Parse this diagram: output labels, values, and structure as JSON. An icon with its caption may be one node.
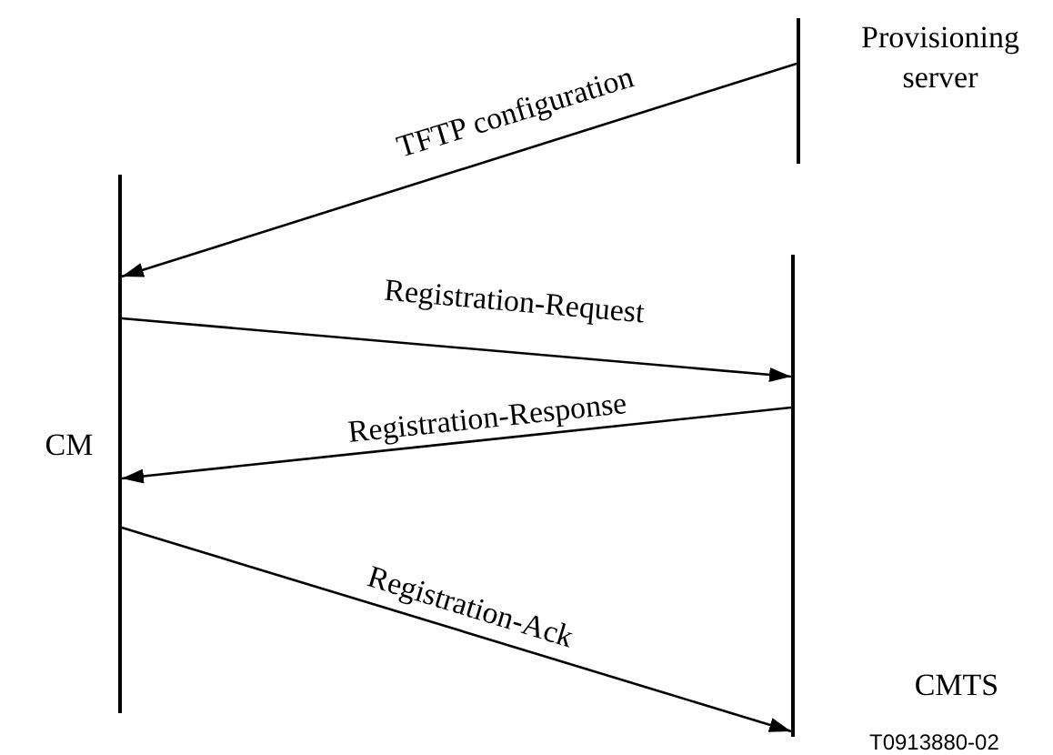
{
  "diagram": {
    "nodes": [
      {
        "text": [],
        "shape": "bar",
        "beside": [
          "Provisioning server"
        ]
      },
      {
        "text": [],
        "shape": "bar",
        "beside": [
          "CM"
        ]
      },
      {
        "text": [],
        "shape": "bar",
        "beside": [
          "CMTS"
        ]
      }
    ],
    "edges": [
      {
        "from": 0,
        "to": 1,
        "arrow": "to",
        "label": "TFTP configuration"
      },
      {
        "from": 1,
        "to": 2,
        "arrow": "to",
        "label": "Registration-Request"
      },
      {
        "from": 2,
        "to": 1,
        "arrow": "to",
        "label": "Registration-Response"
      },
      {
        "from": 1,
        "to": 2,
        "arrow": "to",
        "label": "Registration-Ack"
      }
    ],
    "labels": [
      "T0913880-02"
    ]
  }
}
